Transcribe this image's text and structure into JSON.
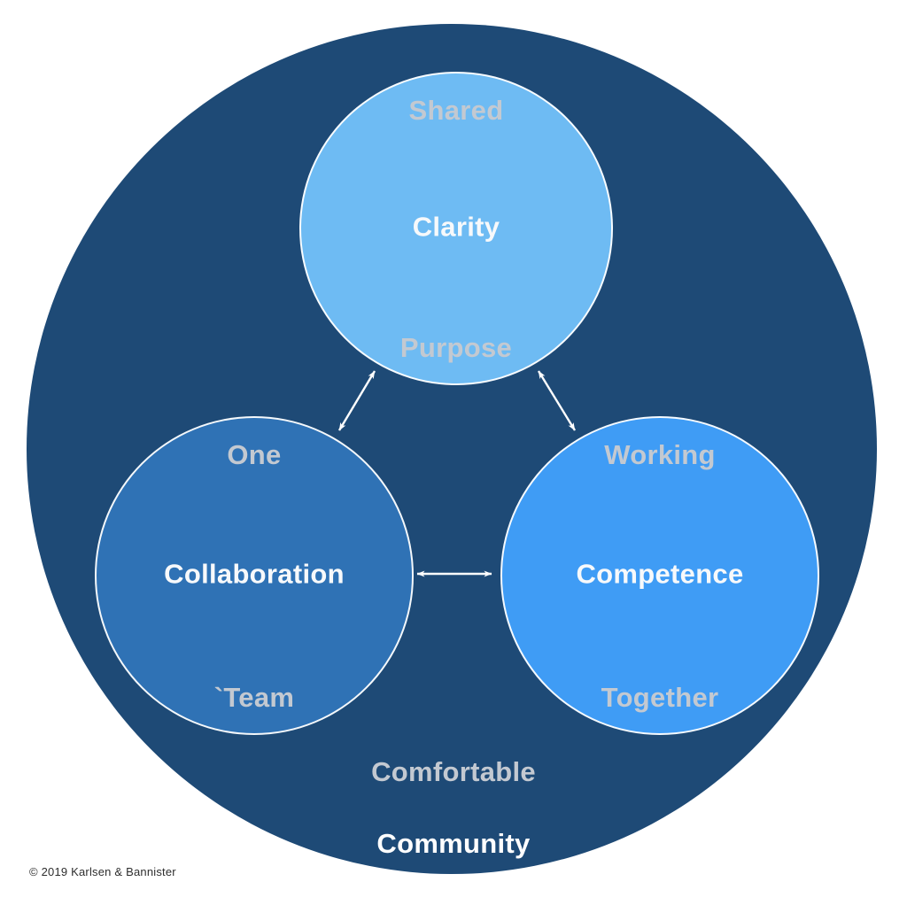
{
  "diagram": {
    "outer": {
      "name": "community",
      "label_comfortable": "Comfortable",
      "label_community": "Community",
      "color": "#1E4A76"
    },
    "circles": [
      {
        "name": "clarity",
        "top_label": "Shared",
        "center_label": "Clarity",
        "bottom_label": "Purpose",
        "color": "#6EBBF3"
      },
      {
        "name": "collaboration",
        "top_label": "One",
        "center_label": "Collaboration",
        "bottom_label": "`Team",
        "color": "#2F72B5"
      },
      {
        "name": "competence",
        "top_label": "Working",
        "center_label": "Competence",
        "bottom_label": "Together",
        "color": "#3F9CF5"
      }
    ],
    "connectors": [
      {
        "from": "clarity",
        "to": "collaboration",
        "style": "double-headed-arrow"
      },
      {
        "from": "clarity",
        "to": "competence",
        "style": "double-headed-arrow"
      },
      {
        "from": "collaboration",
        "to": "competence",
        "style": "double-headed-arrow"
      }
    ],
    "footer": {
      "copyright": "© 2019 Karlsen & Bannister"
    },
    "colors": {
      "page_background": "#FFFFFF",
      "outer_circle": "#1E4A76",
      "clarity_circle": "#6EBBF3",
      "collaboration_circle": "#2F72B5",
      "competence_circle": "#3F9CF5",
      "muted_label": "#C3C9D1",
      "bright_label": "#FFFFFF",
      "arrow": "#FFFFFF",
      "copyright_text": "#2E2E2E"
    }
  }
}
